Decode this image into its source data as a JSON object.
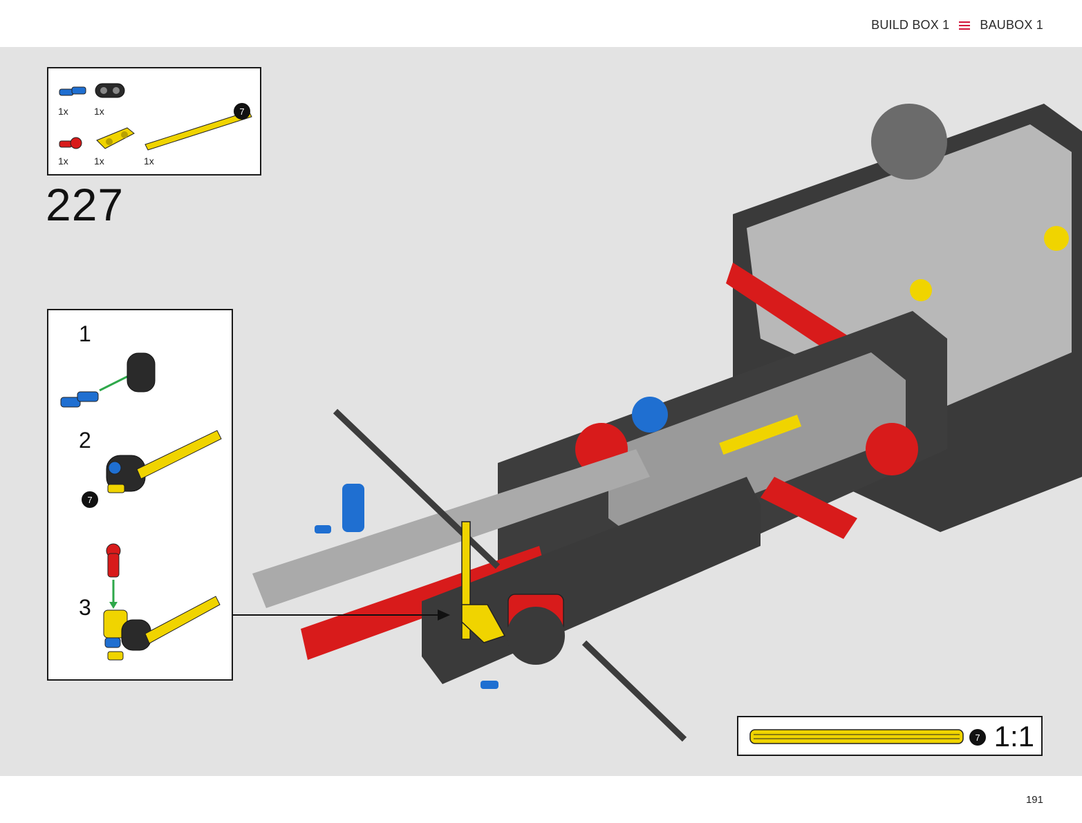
{
  "header": {
    "box_en": "BUILD BOX 1",
    "box_de": "BAUBOX 1",
    "icon": "menu-lines-icon",
    "accent_color": "#d2143a"
  },
  "parts_list": {
    "items": [
      {
        "name": "blue-connector-pin-icon",
        "qty": "1x"
      },
      {
        "name": "black-double-connector-icon",
        "qty": "1x"
      },
      {
        "name": "red-pin-icon",
        "qty": "1x"
      },
      {
        "name": "yellow-connector-icon",
        "qty": "1x"
      },
      {
        "name": "yellow-axle-icon",
        "qty": "1x",
        "badge": "7"
      }
    ]
  },
  "step": {
    "number": "227"
  },
  "sub_steps": [
    {
      "number": "1"
    },
    {
      "number": "2",
      "badge": "7"
    },
    {
      "number": "3"
    }
  ],
  "scale": {
    "badge": "7",
    "label": "1:1"
  },
  "footer": {
    "page": "191"
  }
}
